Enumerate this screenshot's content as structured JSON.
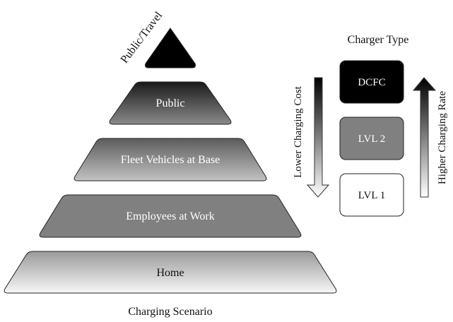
{
  "pyramid": {
    "caption": "Charging Scenario",
    "tiers": [
      {
        "label": "Public/Travel",
        "fill": "#000000"
      },
      {
        "label": "Public",
        "fill": "gradient-dark"
      },
      {
        "label": "Fleet Vehicles at Base",
        "fill": "gradient-mid"
      },
      {
        "label": "Employees at Work",
        "fill": "#808080"
      },
      {
        "label": "Home",
        "fill": "gradient-light"
      }
    ]
  },
  "charger_panel": {
    "title": "Charger Type",
    "boxes": [
      {
        "label": "DCFC",
        "fill": "#000000",
        "text_color": "#ffffff"
      },
      {
        "label": "LVL 2",
        "fill": "#808080",
        "text_color": "#ffffff"
      },
      {
        "label": "LVL 1",
        "fill": "#ffffff",
        "text_color": "#111111"
      }
    ],
    "cost_arrow": {
      "label": "Lower Charging Cost",
      "direction": "down"
    },
    "rate_arrow": {
      "label": "Higher Charging Rate",
      "direction": "up"
    }
  }
}
